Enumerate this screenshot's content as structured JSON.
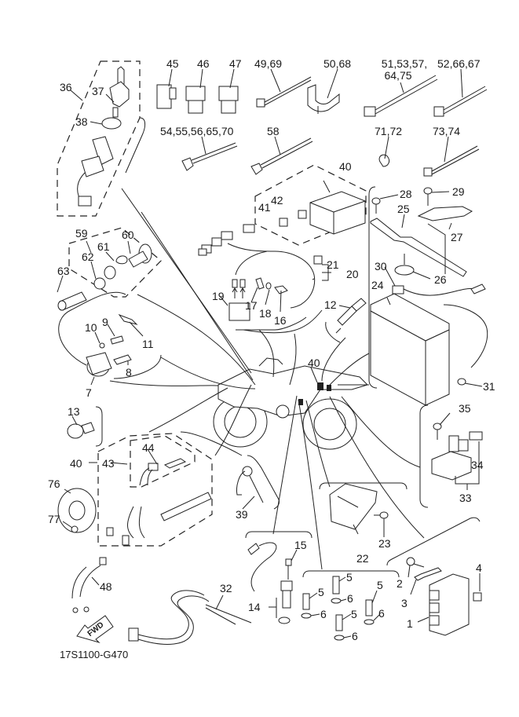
{
  "diagram": {
    "title": "Electrical parts exploded view",
    "drawing_code": "17S1100-G470",
    "direction_marker": "FWD",
    "callouts": {
      "c36": "36",
      "c37": "37",
      "c38": "38",
      "c45": "45",
      "c46": "46",
      "c47": "47",
      "c49_69": "49,69",
      "c50_68": "50,68",
      "c51_line1": "51,53,57,",
      "c51_line2": "64,75",
      "c52_66_67": "52,66,67",
      "c54_70": "54,55,56,65,70",
      "c58": "58",
      "c71_72": "71,72",
      "c73_74": "73,74",
      "c40_top": "40",
      "c41": "41",
      "c42": "42",
      "c28": "28",
      "c29": "29",
      "c25": "25",
      "c27": "27",
      "c59": "59",
      "c60": "60",
      "c61": "61",
      "c62": "62",
      "c63": "63",
      "c21": "21",
      "c20": "20",
      "c19": "19",
      "c17": "17",
      "c18": "18",
      "c16": "16",
      "c12": "12",
      "c30": "30",
      "c26": "26",
      "c24": "24",
      "c10": "10",
      "c9": "9",
      "c11": "11",
      "c8": "8",
      "c7": "7",
      "c40_mid": "40",
      "c31": "31",
      "c13": "13",
      "c35": "35",
      "c34": "34",
      "c33": "33",
      "c40_left": "40",
      "c43": "43",
      "c44": "44",
      "c76": "76",
      "c77": "77",
      "c39": "39",
      "c23": "23",
      "c22": "22",
      "c15": "15",
      "c14": "14",
      "c5a": "5",
      "c5b": "5",
      "c5c": "5",
      "c5d": "5",
      "c6a": "6",
      "c6b": "6",
      "c6c": "6",
      "c6d": "6",
      "c2": "2",
      "c3": "3",
      "c4": "4",
      "c1": "1",
      "c48": "48",
      "c32": "32"
    }
  }
}
